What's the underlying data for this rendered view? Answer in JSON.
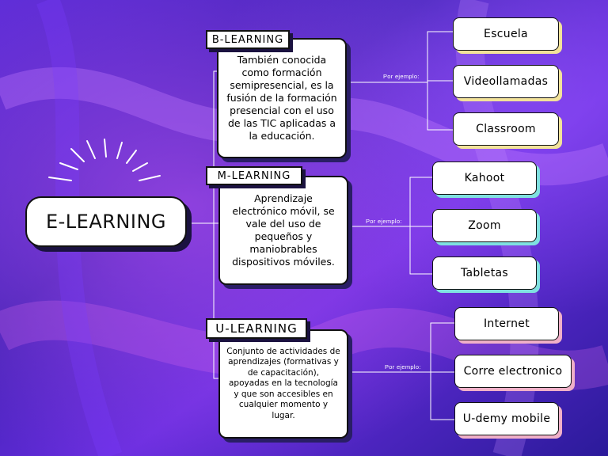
{
  "main": {
    "title": "E-LEARNING"
  },
  "branches": [
    {
      "tag": "B-LEARNING",
      "description": "También conocida como formación semipresencial, es la fusión de la formación presencial con el uso de las TIC aplicadas a la educación.",
      "example_label": "Por ejemplo:",
      "examples": [
        "Escuela",
        "Videollamadas",
        "Classroom"
      ]
    },
    {
      "tag": "M-LEARNING",
      "description": "Aprendizaje electrónico móvil, se vale del uso de pequeños y maniobrables dispositivos móviles.",
      "example_label": "Por ejemplo:",
      "examples": [
        "Kahoot",
        "Zoom",
        "Tabletas"
      ]
    },
    {
      "tag": "U-LEARNING",
      "description": "Conjunto de actividades de aprendizajes (formativas y de capacitación), apoyadas en la tecnología y que son accesibles en cualquier momento y lugar.",
      "example_label": "Por ejemplo:",
      "examples": [
        "Internet",
        "Corre electronico",
        "U-demy mobile"
      ]
    }
  ],
  "colors": {
    "shadow_b": "#f2e29a",
    "shadow_m": "#7fe0e0",
    "shadow_u": "#f0b0c8",
    "line": "#ffffff"
  }
}
